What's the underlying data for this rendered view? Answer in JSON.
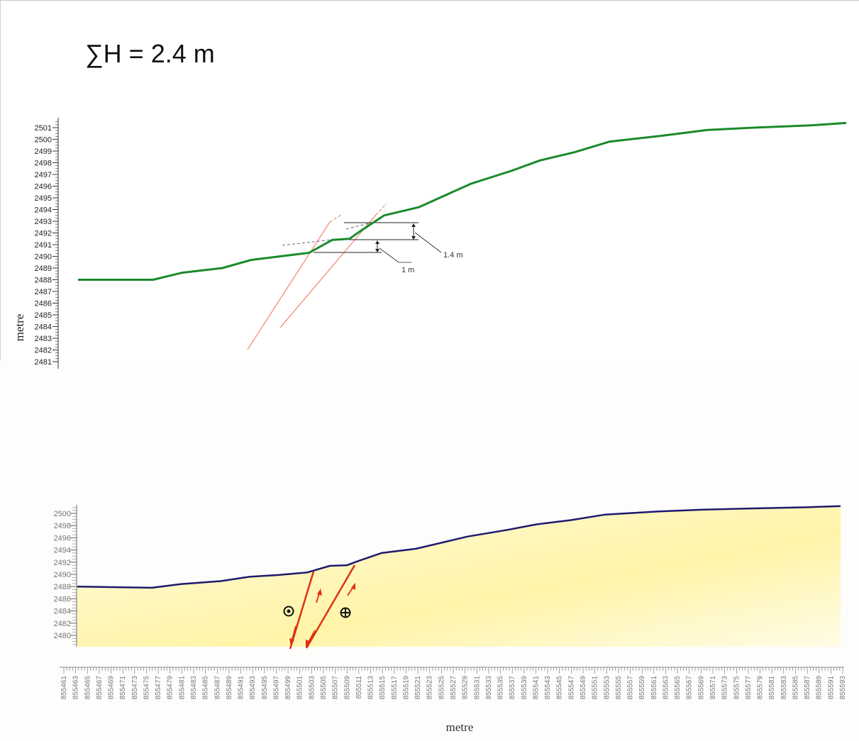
{
  "title": "∑H = 2.4 m",
  "colors": {
    "top_profile": "#1a8a2a",
    "bottom_profile": "#1e1a6e",
    "fill": "#fff7b8",
    "fault": "#e03010",
    "fault_guide": "#f07050",
    "ink": "#333333"
  },
  "top_panel": {
    "ylabel": "metre",
    "yticks": [
      2481,
      2482,
      2483,
      2484,
      2485,
      2486,
      2487,
      2488,
      2489,
      2490,
      2491,
      2492,
      2493,
      2494,
      2495,
      2496,
      2497,
      2498,
      2499,
      2500,
      2501
    ],
    "annotations": {
      "upper_offset": "1.4 m",
      "lower_offset": "1 m"
    }
  },
  "bottom_panel": {
    "yticks": [
      2480,
      2482,
      2484,
      2486,
      2488,
      2490,
      2492,
      2494,
      2496,
      2498,
      2500
    ],
    "xlabel": "metre",
    "xticks": [
      "855461",
      "855463",
      "855465",
      "855467",
      "855469",
      "855471",
      "855473",
      "855475",
      "855477",
      "855479",
      "855481",
      "855483",
      "855485",
      "855487",
      "855489",
      "855491",
      "855493",
      "855495",
      "855497",
      "855499",
      "855501",
      "855503",
      "855505",
      "855507",
      "855509",
      "855511",
      "855513",
      "855515",
      "855517",
      "855519",
      "855521",
      "855523",
      "855525",
      "855527",
      "855529",
      "855531",
      "855533",
      "855535",
      "855537",
      "855539",
      "855541",
      "855543",
      "855545",
      "855547",
      "855549",
      "855551",
      "855553",
      "855555",
      "855557",
      "855559",
      "855561",
      "855563",
      "855565",
      "855567",
      "855569",
      "855571",
      "855573",
      "855575",
      "855577",
      "855579",
      "855581",
      "855583",
      "855585",
      "855587",
      "855589",
      "855591",
      "855593"
    ],
    "symbols": {
      "left": "out-of-page-symbol",
      "right": "into-page-symbol"
    }
  },
  "chart_data": [
    {
      "type": "line",
      "ylabel": "metre",
      "ylim": [
        2481,
        2501.5
      ],
      "series": [
        {
          "x": [
            855461,
            855474,
            855479,
            855486,
            855491,
            855496,
            855501,
            855505,
            855508,
            855510,
            855514,
            855520,
            855529,
            855536,
            855541,
            855547,
            855553,
            855562,
            855570,
            855578,
            855588,
            855594
          ],
          "values": [
            2488,
            2488,
            2488.6,
            2489,
            2489.7,
            2490,
            2490.3,
            2491.4,
            2491.5,
            2492.2,
            2493.5,
            2494.2,
            2496.2,
            2497.3,
            2498.2,
            2498.9,
            2499.8,
            2500.3,
            2500.8,
            2501,
            2501.2,
            2501.4
          ]
        }
      ]
    },
    {
      "type": "area",
      "xlabel": "metre",
      "ylabel": "",
      "ylim": [
        2478.5,
        2501
      ],
      "series": [
        {
          "x": [
            855461,
            855474,
            855479,
            855486,
            855491,
            855496,
            855501,
            855505,
            855508,
            855510,
            855514,
            855520,
            855529,
            855536,
            855541,
            855547,
            855553,
            855562,
            855570,
            855578,
            855588,
            855594
          ],
          "values": [
            2488,
            2487.8,
            2488.4,
            2488.9,
            2489.6,
            2489.9,
            2490.3,
            2491.4,
            2491.5,
            2492.2,
            2493.5,
            2494.2,
            2496.2,
            2497.3,
            2498.2,
            2498.9,
            2499.8,
            2500.3,
            2500.6,
            2500.8,
            2501,
            2501.2
          ]
        }
      ]
    }
  ]
}
